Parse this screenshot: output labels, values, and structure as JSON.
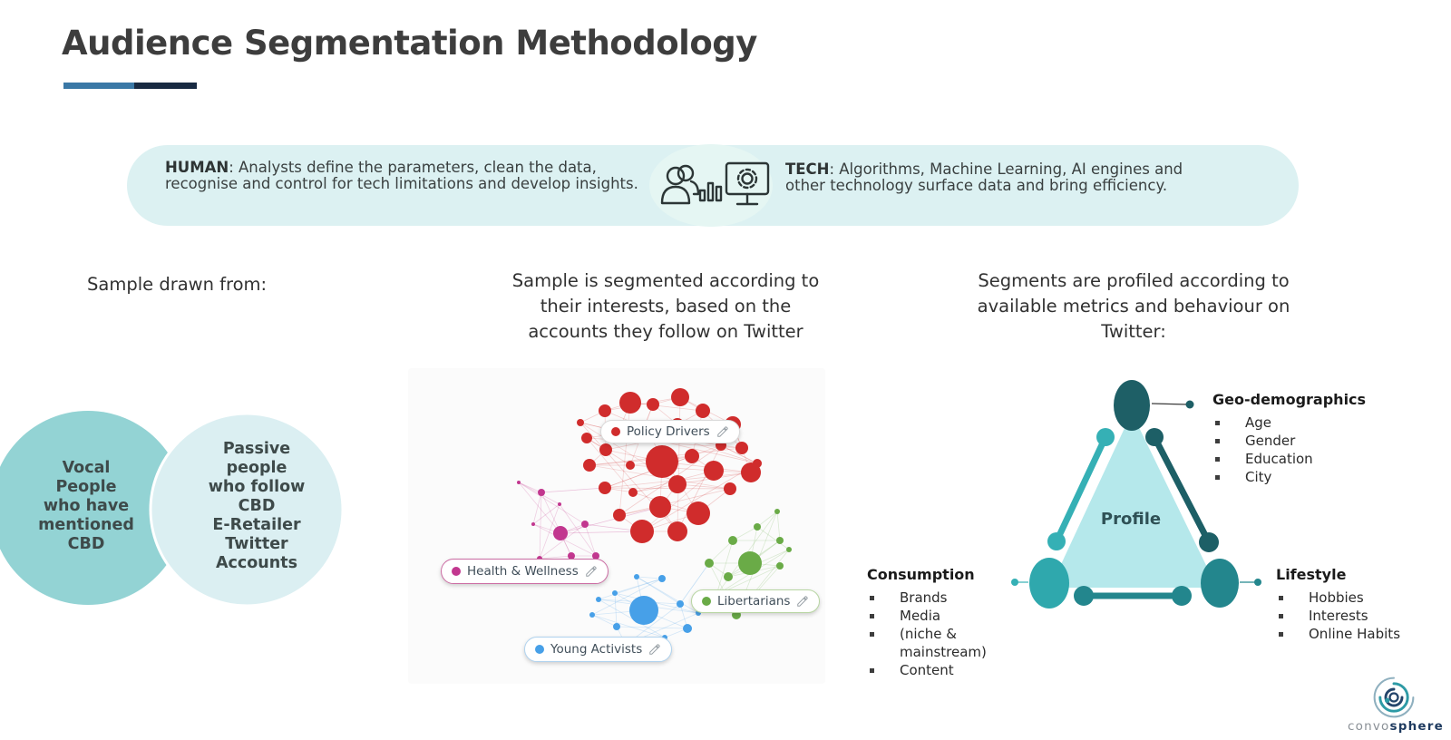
{
  "title": "Audience Segmentation Methodology",
  "title_accent": {
    "left_color": "#3a78a6",
    "right_color": "#182a42"
  },
  "banner": {
    "bg_color": "#dcf1f2",
    "human_label": "HUMAN",
    "human_text": ": Analysts define the parameters, clean the data, recognise and control for tech limitations and develop insights.",
    "tech_label": "TECH",
    "tech_text": ": Algorithms, Machine Learning, AI engines and other technology surface data and bring efficiency.",
    "icons": [
      "people-analytics-icon",
      "monitor-gear-icon"
    ]
  },
  "steps": {
    "step1": "Sample drawn from:",
    "step2": "Sample is segmented according to their interests, based on the accounts they follow on Twitter",
    "step3": "Segments are profiled according to available metrics and behaviour on Twitter:"
  },
  "venn": {
    "left_text": "Vocal\nPeople\nwho have\nmentioned\nCBD",
    "right_text": "Passive\npeople\nwho follow\nCBD\nE-Retailer\nTwitter\nAccounts",
    "left_color": "#93d3d4",
    "right_color": "#dbeff2"
  },
  "network": {
    "clusters": [
      {
        "name": "Policy Drivers",
        "color": "#d02c2c",
        "pill_border": "#dadada",
        "nodes": [
          [
            217,
            47,
            7
          ],
          [
            245,
            38,
            12
          ],
          [
            270,
            40,
            7
          ],
          [
            300,
            32,
            10
          ],
          [
            325,
            47,
            8
          ],
          [
            297,
            62,
            7
          ],
          [
            358,
            62,
            9
          ],
          [
            368,
            88,
            7
          ],
          [
            197,
            77,
            6
          ],
          [
            218,
            90,
            7
          ],
          [
            200,
            107,
            7
          ],
          [
            245,
            107,
            5
          ],
          [
            280,
            103,
            18
          ],
          [
            313,
            97,
            8
          ],
          [
            337,
            113,
            11
          ],
          [
            378,
            115,
            11
          ],
          [
            217,
            132,
            7
          ],
          [
            248,
            137,
            5
          ],
          [
            297,
            128,
            10
          ],
          [
            355,
            133,
            7
          ],
          [
            320,
            160,
            13
          ],
          [
            278,
            153,
            12
          ],
          [
            233,
            162,
            7
          ],
          [
            258,
            180,
            13
          ],
          [
            297,
            180,
            11
          ],
          [
            345,
            85,
            6
          ],
          [
            385,
            105,
            5
          ],
          [
            190,
            60,
            4
          ],
          [
            232,
            70,
            4
          ],
          [
            260,
            65,
            5
          ]
        ]
      },
      {
        "name": "Health & Wellness",
        "color": "#c2378f",
        "pill_border": "#cc6da4",
        "nodes": [
          [
            147,
            137,
            4
          ],
          [
            138,
            172,
            2
          ],
          [
            168,
            182,
            8
          ],
          [
            180,
            207,
            4
          ],
          [
            207,
            207,
            4
          ],
          [
            195,
            172,
            4
          ],
          [
            145,
            210,
            3
          ],
          [
            167,
            150,
            2
          ],
          [
            122,
            126,
            2
          ]
        ]
      },
      {
        "name": "Libertarians",
        "color": "#6aab47",
        "pill_border": "#b8d6a3",
        "nodes": [
          [
            407,
            158,
            3
          ],
          [
            385,
            175,
            4
          ],
          [
            358,
            190,
            5
          ],
          [
            410,
            190,
            4
          ],
          [
            377,
            215,
            13
          ],
          [
            332,
            215,
            5
          ],
          [
            353,
            230,
            5
          ],
          [
            410,
            218,
            4
          ],
          [
            362,
            272,
            5
          ],
          [
            420,
            200,
            3
          ],
          [
            340,
            250,
            4
          ]
        ]
      },
      {
        "name": "Young Activists",
        "color": "#47a0e8",
        "pill_border": "#b0d3ef",
        "nodes": [
          [
            252,
            230,
            3
          ],
          [
            280,
            232,
            4
          ],
          [
            228,
            248,
            3
          ],
          [
            260,
            267,
            16
          ],
          [
            203,
            272,
            3
          ],
          [
            230,
            285,
            4
          ],
          [
            308,
            287,
            5
          ],
          [
            283,
            297,
            3
          ],
          [
            240,
            305,
            4
          ],
          [
            300,
            260,
            4
          ],
          [
            210,
            255,
            3
          ],
          [
            320,
            270,
            3
          ]
        ]
      }
    ],
    "cross_links": [
      [
        1,
        2,
        0,
        23
      ],
      [
        1,
        0,
        0,
        16
      ],
      [
        1,
        2,
        0,
        21
      ],
      [
        3,
        9,
        2,
        5
      ],
      [
        1,
        5,
        0,
        23
      ]
    ]
  },
  "triangle": {
    "center_label": "Profile",
    "fill": "#b5e8eb",
    "corners": {
      "top": "#1e5f66",
      "bottom_left": "#2fa8ad",
      "bottom_right": "#23868d"
    },
    "edges": {
      "left": "#35b0b5",
      "right": "#1d5f66",
      "bottom": "#23868d"
    },
    "groups": [
      {
        "title": "Geo-demographics",
        "items": [
          "Age",
          "Gender",
          "Education",
          "City"
        ]
      },
      {
        "title": "Consumption",
        "items": [
          "Brands",
          "Media",
          "(niche &\nmainstream)",
          "Content"
        ]
      },
      {
        "title": "Lifestyle",
        "items": [
          "Hobbies",
          "Interests",
          "Online Habits"
        ]
      }
    ]
  },
  "logo": {
    "prefix": "convo",
    "suffix": "sphere"
  }
}
